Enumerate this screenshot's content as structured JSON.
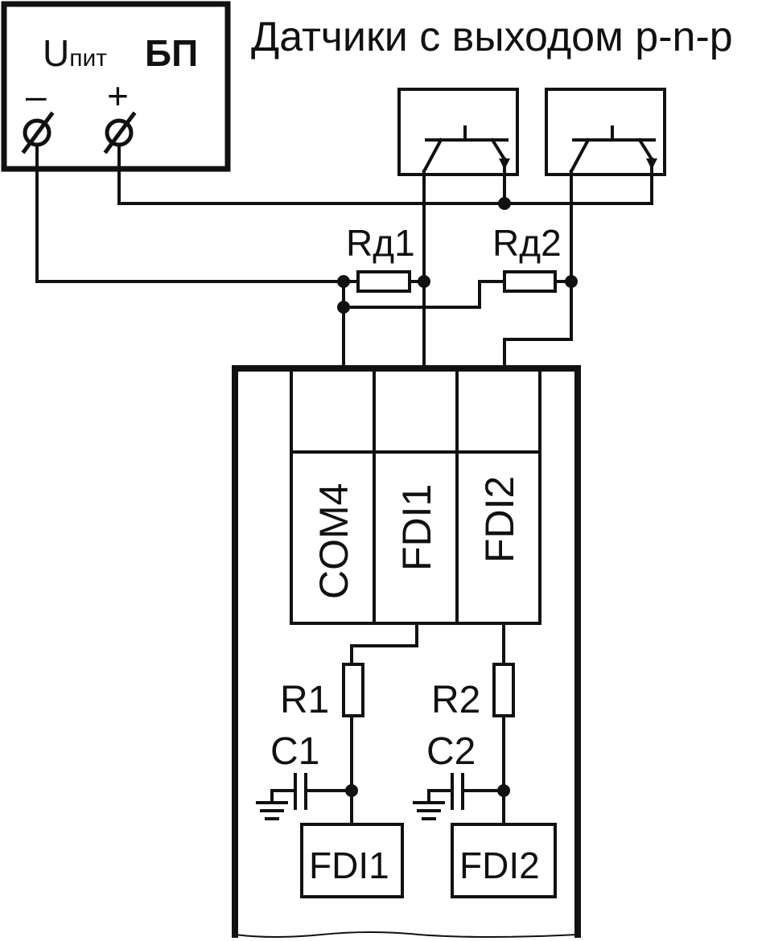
{
  "title": "Датчики с выходом p-n-p",
  "power_supply": {
    "u_main": "U",
    "u_sub": "пит",
    "name": "БП",
    "minus": "–",
    "plus": "+"
  },
  "resistors_sensor": {
    "r1_main": "R",
    "r1_sub": "д1",
    "r2_main": "R",
    "r2_sub": "д2"
  },
  "terminals": [
    "COM4",
    "FDI1",
    "FDI2"
  ],
  "inner": {
    "r1": "R1",
    "r2": "R2",
    "c1": "C1",
    "c2": "C2",
    "box1": "FDI1",
    "box2": "FDI2"
  }
}
